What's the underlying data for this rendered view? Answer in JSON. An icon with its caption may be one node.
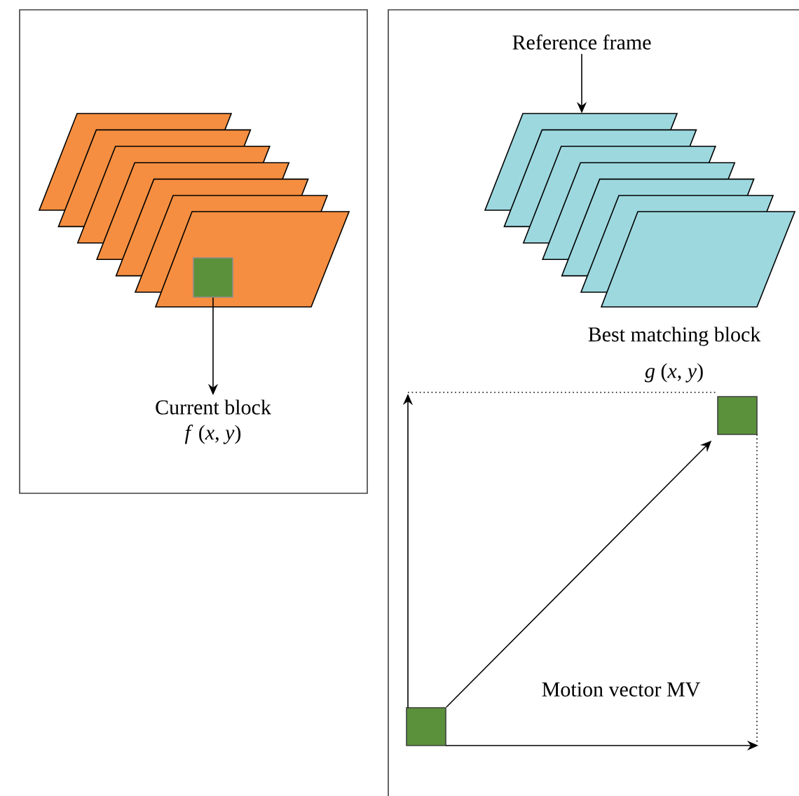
{
  "diagram": {
    "nodes": [
      {
        "text": [],
        "shape": "box"
      },
      {
        "text": [],
        "shape": "box"
      },
      {
        "text": [],
        "shape": "box",
        "in": 0
      },
      {
        "text": [
          "Current block",
          "*f* (*x*, *y*)"
        ],
        "in": 0
      },
      {
        "text": [
          "Reference frame"
        ],
        "in": 1
      },
      {
        "text": [],
        "shape": "picture",
        "in": 1
      },
      {
        "text": [],
        "shape": "box",
        "in": 1
      },
      {
        "text": [],
        "shape": "box",
        "in": 1
      }
    ],
    "edges": [
      {
        "from": 2,
        "to": 3,
        "arrow": "to"
      },
      {
        "from": 4,
        "to": 5,
        "arrow": "to"
      },
      {
        "from": 6,
        "to": 7,
        "arrow": "to"
      }
    ],
    "labels": [
      "Best matching block",
      "*g* (*x*, *y*)",
      "Motion vector MV"
    ]
  }
}
